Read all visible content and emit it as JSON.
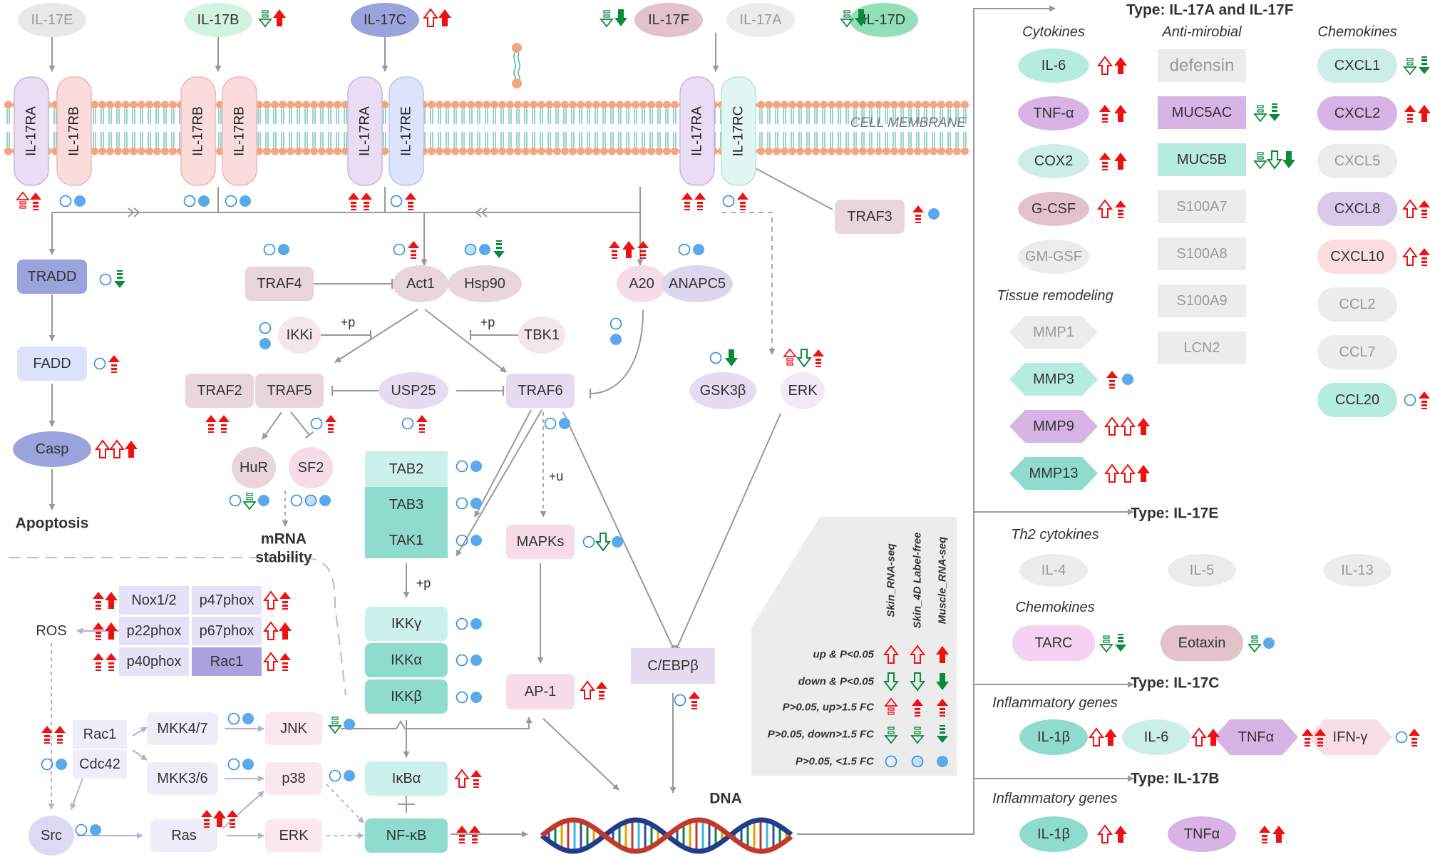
{
  "ligands": [
    {
      "label": "IL-17E",
      "fill": "#e8e8e8",
      "color": "#999999"
    },
    {
      "label": "IL-17B",
      "fill": "#d2f3e0",
      "color": "#333333"
    },
    {
      "label": "IL-17C",
      "fill": "#9aa3dc",
      "color": "#333333"
    },
    {
      "label": "IL-17F",
      "fill": "#e3c3c9",
      "color": "#333333"
    },
    {
      "label": "IL-17A",
      "fill": "#ececec",
      "color": "#999999"
    },
    {
      "label": "IL-17D",
      "fill": "#92dfb8",
      "color": "#333333"
    }
  ],
  "receptors": [
    {
      "label": "IL-17RA",
      "fill": "#eadcf4",
      "stroke": "#c9b6de"
    },
    {
      "label": "IL-17RB",
      "fill": "#fbdcdc",
      "stroke": "#f0b5b5"
    },
    {
      "label": "IL-17RB",
      "fill": "#fbdcdc",
      "stroke": "#f0b5b5"
    },
    {
      "label": "IL-17RB",
      "fill": "#fbdcdc",
      "stroke": "#f0b5b5"
    },
    {
      "label": "IL-17RA",
      "fill": "#eadcf4",
      "stroke": "#c9b6de"
    },
    {
      "label": "IL-17RE",
      "fill": "#dde3fb",
      "stroke": "#b9c4ee"
    },
    {
      "label": "IL-17RA",
      "fill": "#eadcf4",
      "stroke": "#c9b6de"
    },
    {
      "label": "IL-17RC",
      "fill": "#e2f7f2",
      "stroke": "#b7e4d8"
    }
  ],
  "membrane_label": "CELL MEMBRANE",
  "nodes": {
    "TRADD": "TRADD",
    "FADD": "FADD",
    "Casp": "Casp",
    "Apoptosis": "Apoptosis",
    "TRAF4": "TRAF4",
    "Act1": "Act1",
    "Hsp90": "Hsp90",
    "A20": "A20",
    "ANAPC5": "ANAPC5",
    "TRAF3": "TRAF3",
    "IKKi": "IKKi",
    "TBK1": "TBK1",
    "TRAF2": "TRAF2",
    "TRAF5": "TRAF5",
    "USP25": "USP25",
    "TRAF6": "TRAF6",
    "GSK3b": "GSK3β",
    "ERK_top": "ERK",
    "HuR": "HuR",
    "SF2": "SF2",
    "mRNA1": "mRNA",
    "mRNA2": "stability",
    "TAB2": "TAB2",
    "TAB3": "TAB3",
    "TAK1": "TAK1",
    "MAPKs": "MAPKs",
    "IKKg": "IKKγ",
    "IKKa": "IKKα",
    "IKKb": "IKKβ",
    "AP1": "AP-1",
    "CEBPb": "C/EBPβ",
    "ROS": "ROS",
    "Nox12": "Nox1/2",
    "p47phox": "p47phox",
    "p22phox": "p22phox",
    "p67phox": "p67phox",
    "p40phox": "p40phox",
    "Rac1_box": "Rac1",
    "Rac1": "Rac1",
    "Cdc42": "Cdc42",
    "MKK47": "MKK4/7",
    "MKK36": "MKK3/6",
    "JNK": "JNK",
    "p38": "p38",
    "Src": "Src",
    "Ras": "Ras",
    "ERK_bottom": "ERK",
    "IkBa": "IκBα",
    "NFkB": "NF-κB",
    "DNA": "DNA"
  },
  "labels": {
    "plus_p": "+p",
    "plus_u": "+u"
  },
  "legend": {
    "columns": [
      "Skin_RNA-seq",
      "Skin_4D Label-free",
      "Muscle_RNA-seq"
    ],
    "rows": [
      "up & P<0.05",
      "down & P<0.05",
      "P>0.05, up>1.5 FC",
      "P>0.05, down>1.5 FC",
      "P>0.05, <1.5 FC"
    ]
  },
  "right_panel": {
    "type_a_title": "Type: IL-17A and IL-17F",
    "cytokines_title": "Cytokines",
    "antimicrobial_title": "Anti-mirobial",
    "chemokines_title": "Chemokines",
    "tissue_title": "Tissue remodeling",
    "cytokines": [
      "IL-6",
      "TNF-α",
      "COX2",
      "G-CSF",
      "GM-GSF"
    ],
    "antimicrobial": [
      "defensin",
      "MUC5AC",
      "MUC5B",
      "S100A7",
      "S100A8",
      "S100A9",
      "LCN2"
    ],
    "chemokines": [
      "CXCL1",
      "CXCL2",
      "CXCL5",
      "CXCL8",
      "CXCL10",
      "CCL2",
      "CCL7",
      "CCL20"
    ],
    "tissue": [
      "MMP1",
      "MMP3",
      "MMP9",
      "MMP13"
    ],
    "type_e_title": "Type: IL-17E",
    "th2_title": "Th2 cytokines",
    "th2": [
      "IL-4",
      "IL-5",
      "IL-13"
    ],
    "chemokines_e_title": "Chemokines",
    "chemokines_e": [
      "TARC",
      "Eotaxin"
    ],
    "type_c_title": "Type: IL-17C",
    "inflam_c_title": "Inflammatory genes",
    "inflam_c": [
      "IL-1β",
      "IL-6",
      "TNFα",
      "IFN-γ"
    ],
    "type_b_title": "Type: IL-17B",
    "inflam_b_title": "Inflammatory genes",
    "inflam_b": [
      "IL-1β",
      "TNFα"
    ]
  },
  "colors": {
    "up": "#ee1111",
    "down": "#0a8a3a",
    "circle": "#2b8ce0",
    "arrow_gray": "#999999",
    "arrow_lavender": "#b4b0dc",
    "membrane_dot": "#f2a680",
    "membrane_tail": "#4fb6b0"
  }
}
